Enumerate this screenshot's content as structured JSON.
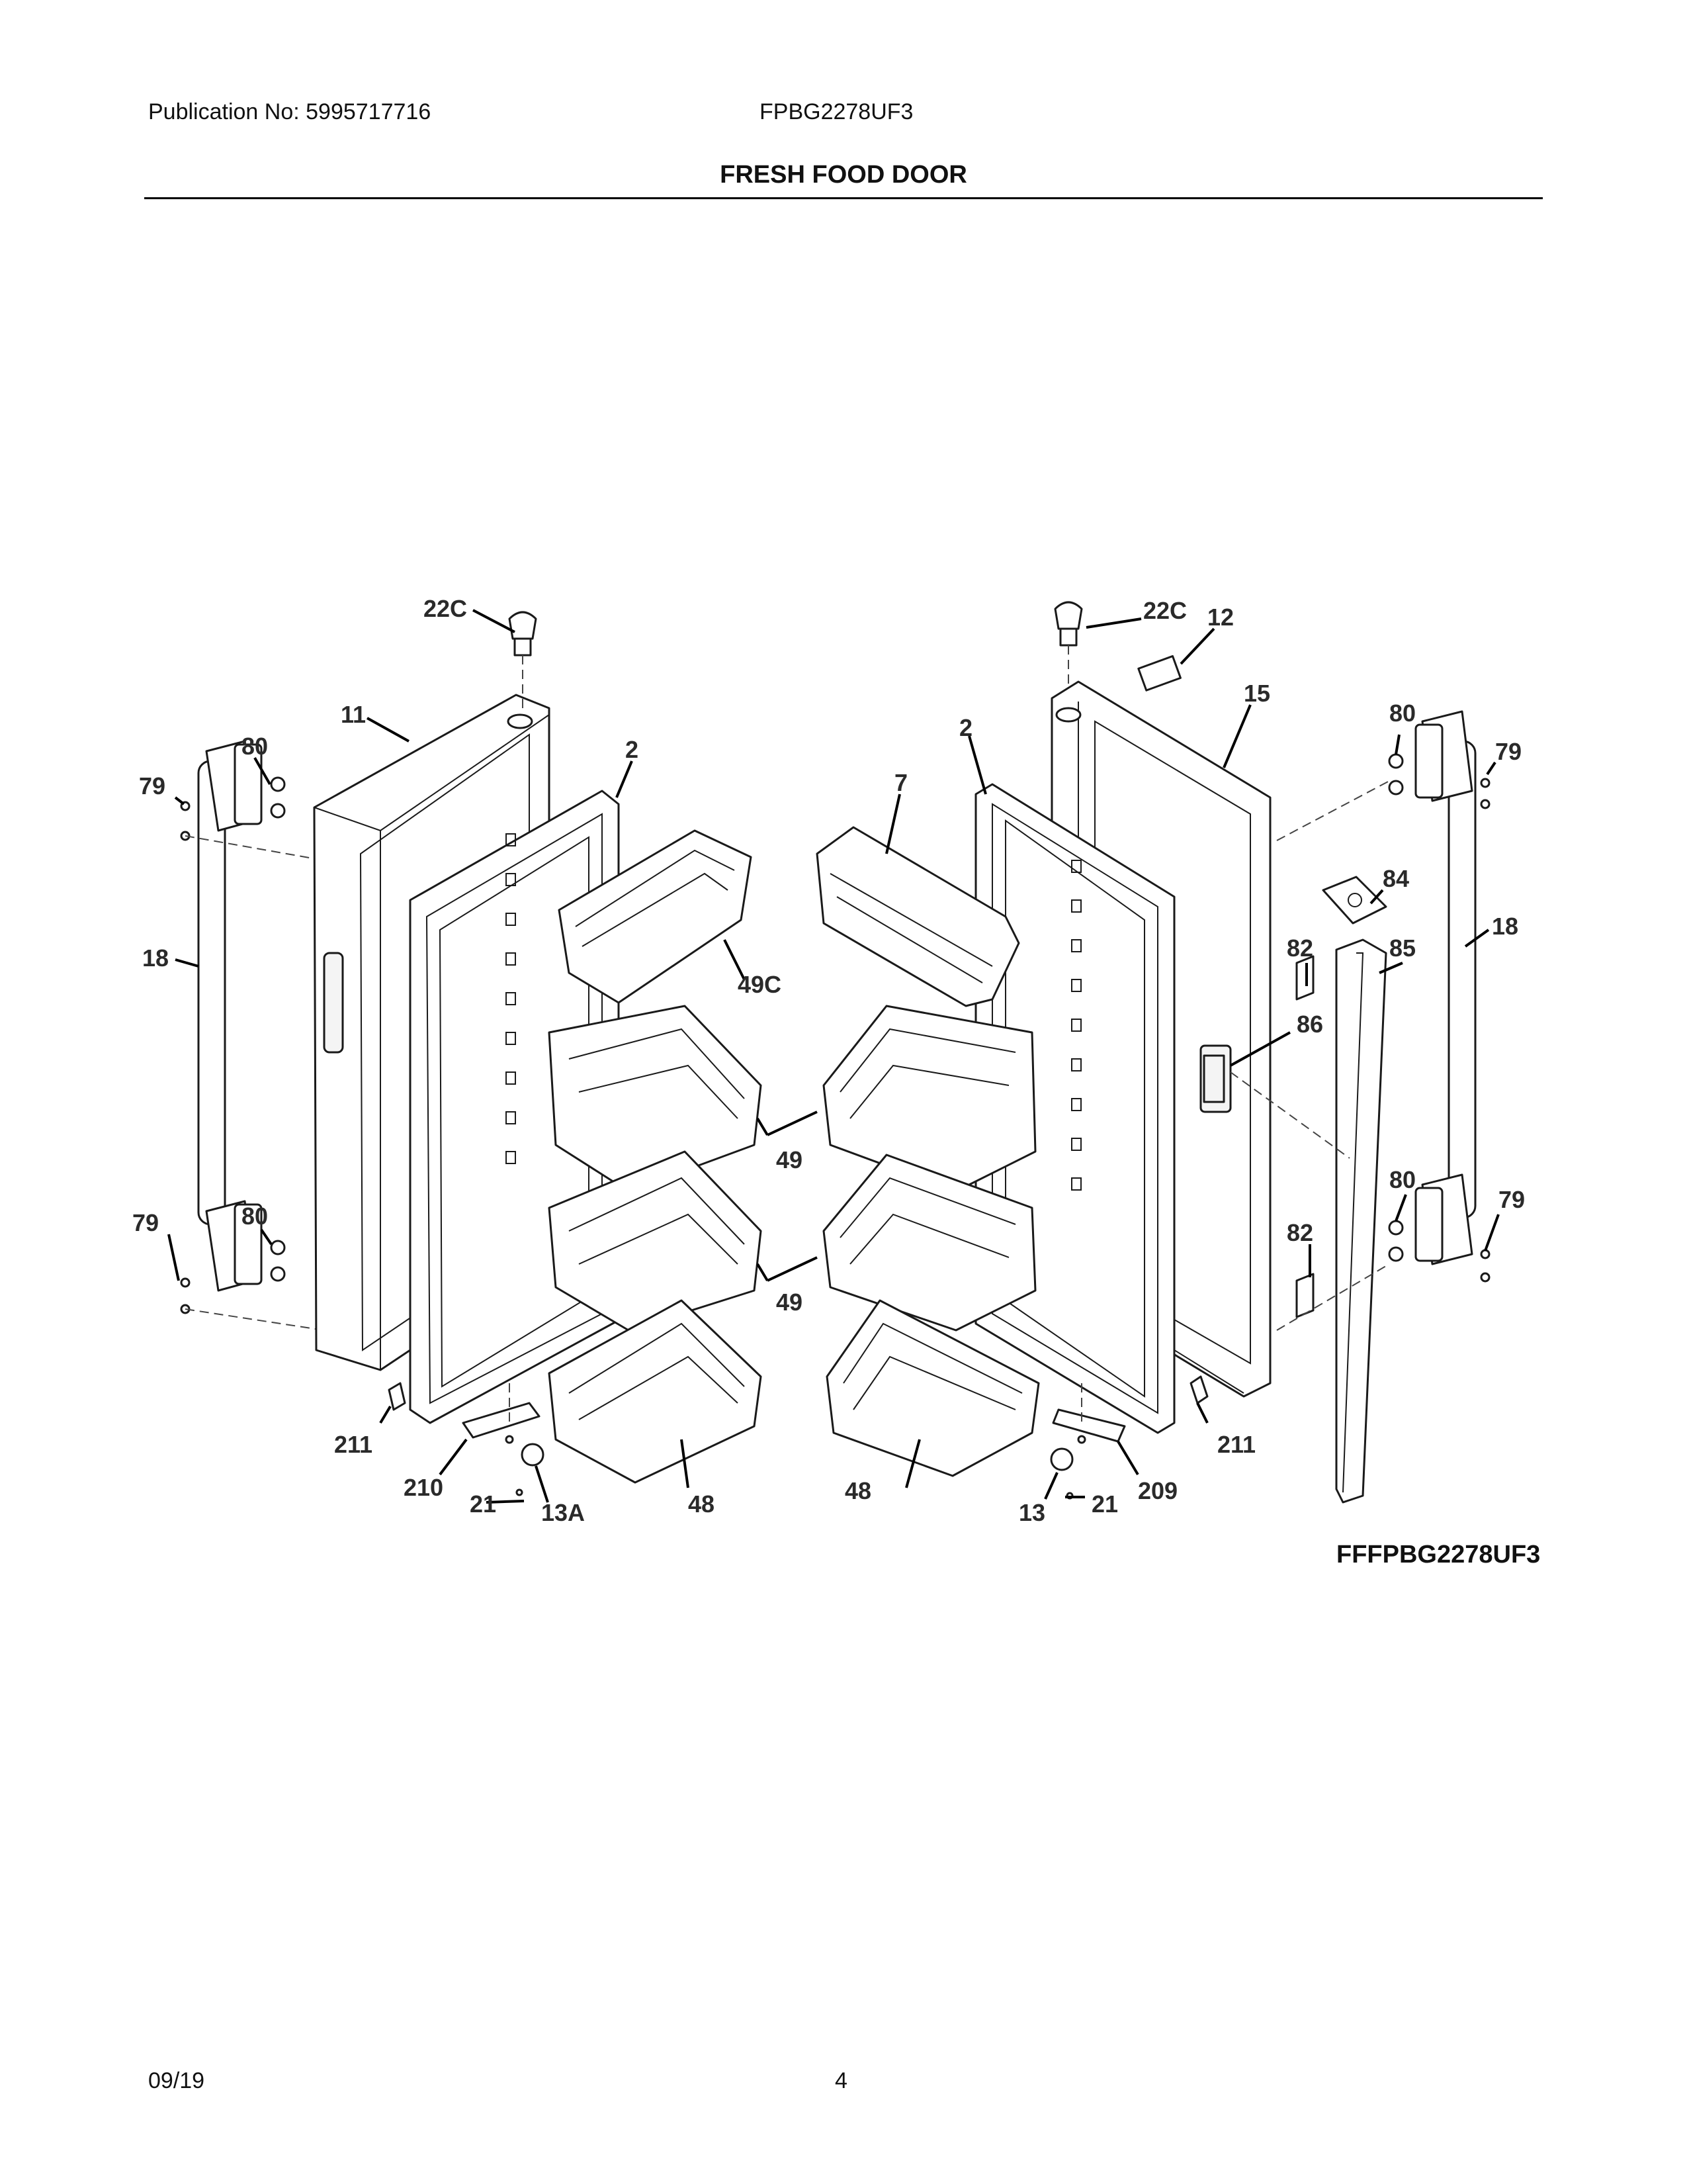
{
  "header": {
    "publication": "Publication No: 5995717716",
    "model": "FPBG2278UF3",
    "title": "FRESH FOOD DOOR"
  },
  "diagram": {
    "callouts": {
      "c22c_left": "22C",
      "c22c_right": "22C",
      "c11": "11",
      "c2_left": "2",
      "c2_right": "2",
      "c7": "7",
      "c12": "12",
      "c15": "15",
      "c80_tl": "80",
      "c79_tl": "79",
      "c80_tr": "80",
      "c79_tr": "79",
      "c18_left": "18",
      "c18_right": "18",
      "c84": "84",
      "c82_top": "82",
      "c85": "85",
      "c86": "86",
      "c49c": "49C",
      "c49_a": "49",
      "c49_b": "49",
      "c79_bl": "79",
      "c80_bl": "80",
      "c80_br": "80",
      "c79_br": "79",
      "c82_bottom": "82",
      "c211_left": "211",
      "c211_right": "211",
      "c210": "210",
      "c21_left": "21",
      "c13a": "13A",
      "c48_left": "48",
      "c48_right": "48",
      "c13": "13",
      "c21_right": "21",
      "c209": "209"
    },
    "figure_code": "FFFPBG2278UF3"
  },
  "footer": {
    "date": "09/19",
    "page": "4"
  }
}
